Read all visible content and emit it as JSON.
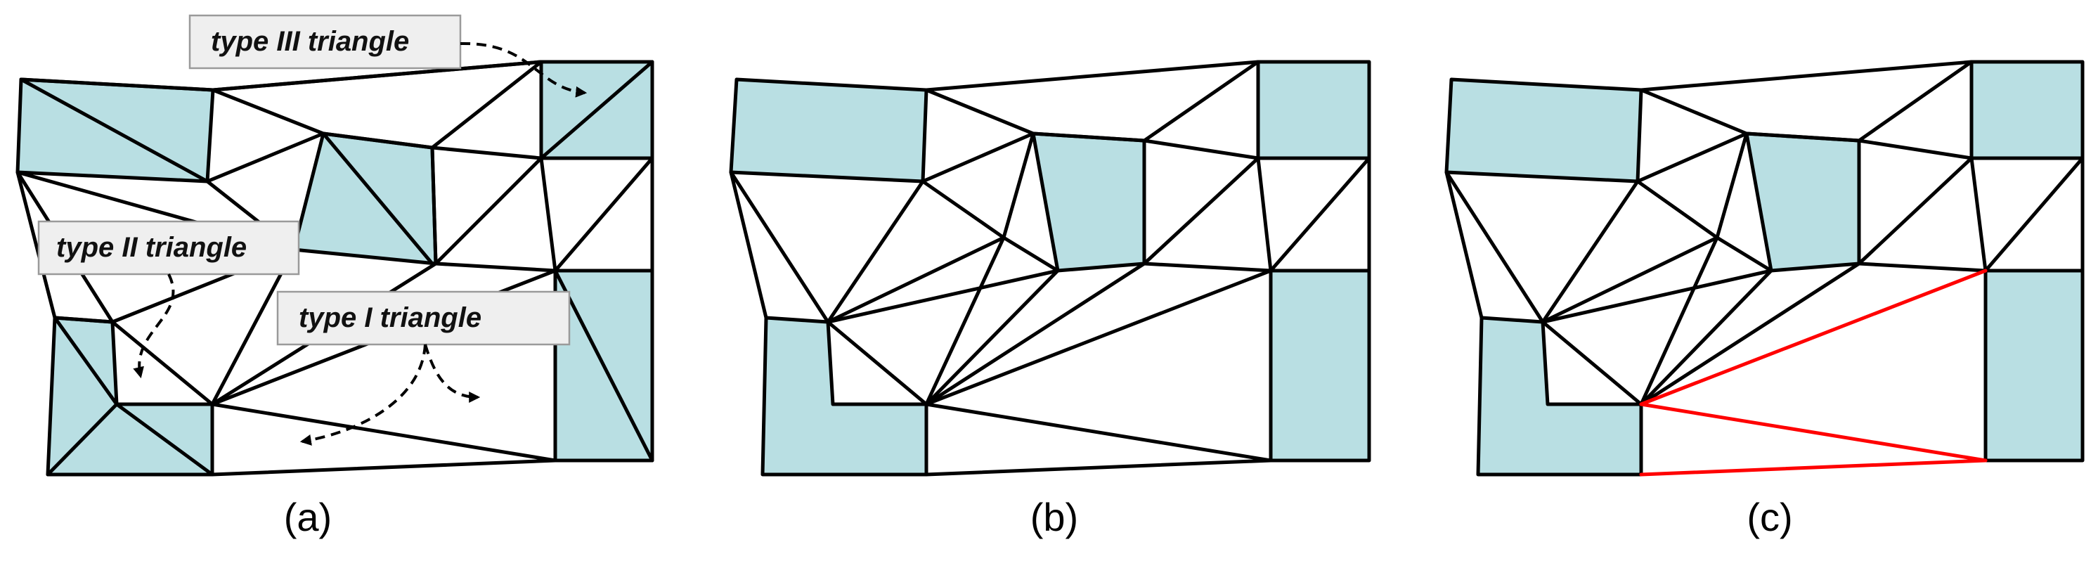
{
  "colors": {
    "cell_fill": "#b9dfe3",
    "edge": "#000000",
    "highlight": "#ff0000",
    "callout_fill": "#efefef"
  },
  "panels": [
    {
      "label": "(a)"
    },
    {
      "label": "(b)"
    },
    {
      "label": "(c)"
    }
  ],
  "callouts": {
    "type_iii": "type III triangle",
    "type_ii": "type II triangle",
    "type_i": "type I triangle"
  }
}
